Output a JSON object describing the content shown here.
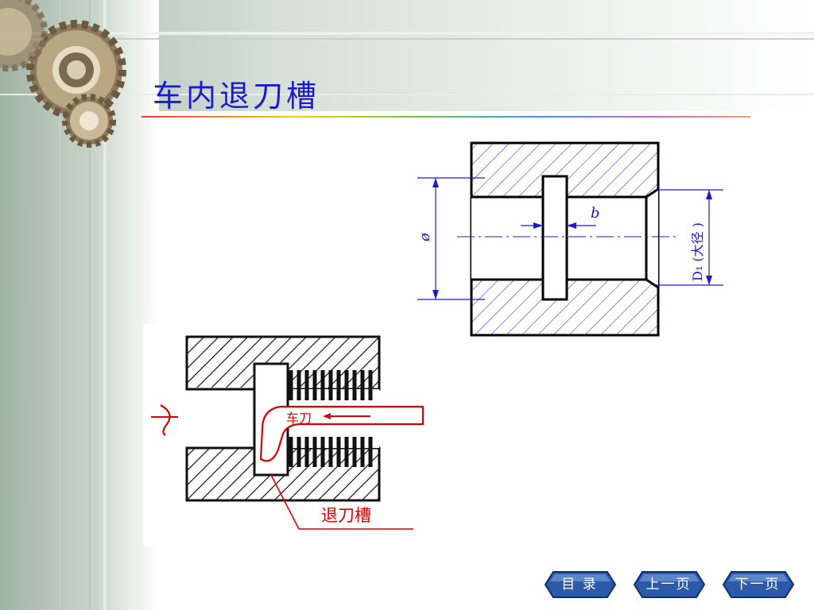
{
  "slide": {
    "title": "车内退刀槽"
  },
  "top_figure": {
    "diameter_label": "ø",
    "width_label": "b",
    "major_diameter_label": "D₁ (大径 )"
  },
  "bottom_figure": {
    "tool_label": "车刀",
    "groove_label": "退刀槽"
  },
  "nav": {
    "toc_label": "目  录",
    "prev_label": "上一页",
    "next_label": "下一页"
  },
  "colors": {
    "title": "#1a1ad6",
    "dimension": "#1a1ad6",
    "callout": "#e00000",
    "nav_button": "#2c5aa8"
  }
}
